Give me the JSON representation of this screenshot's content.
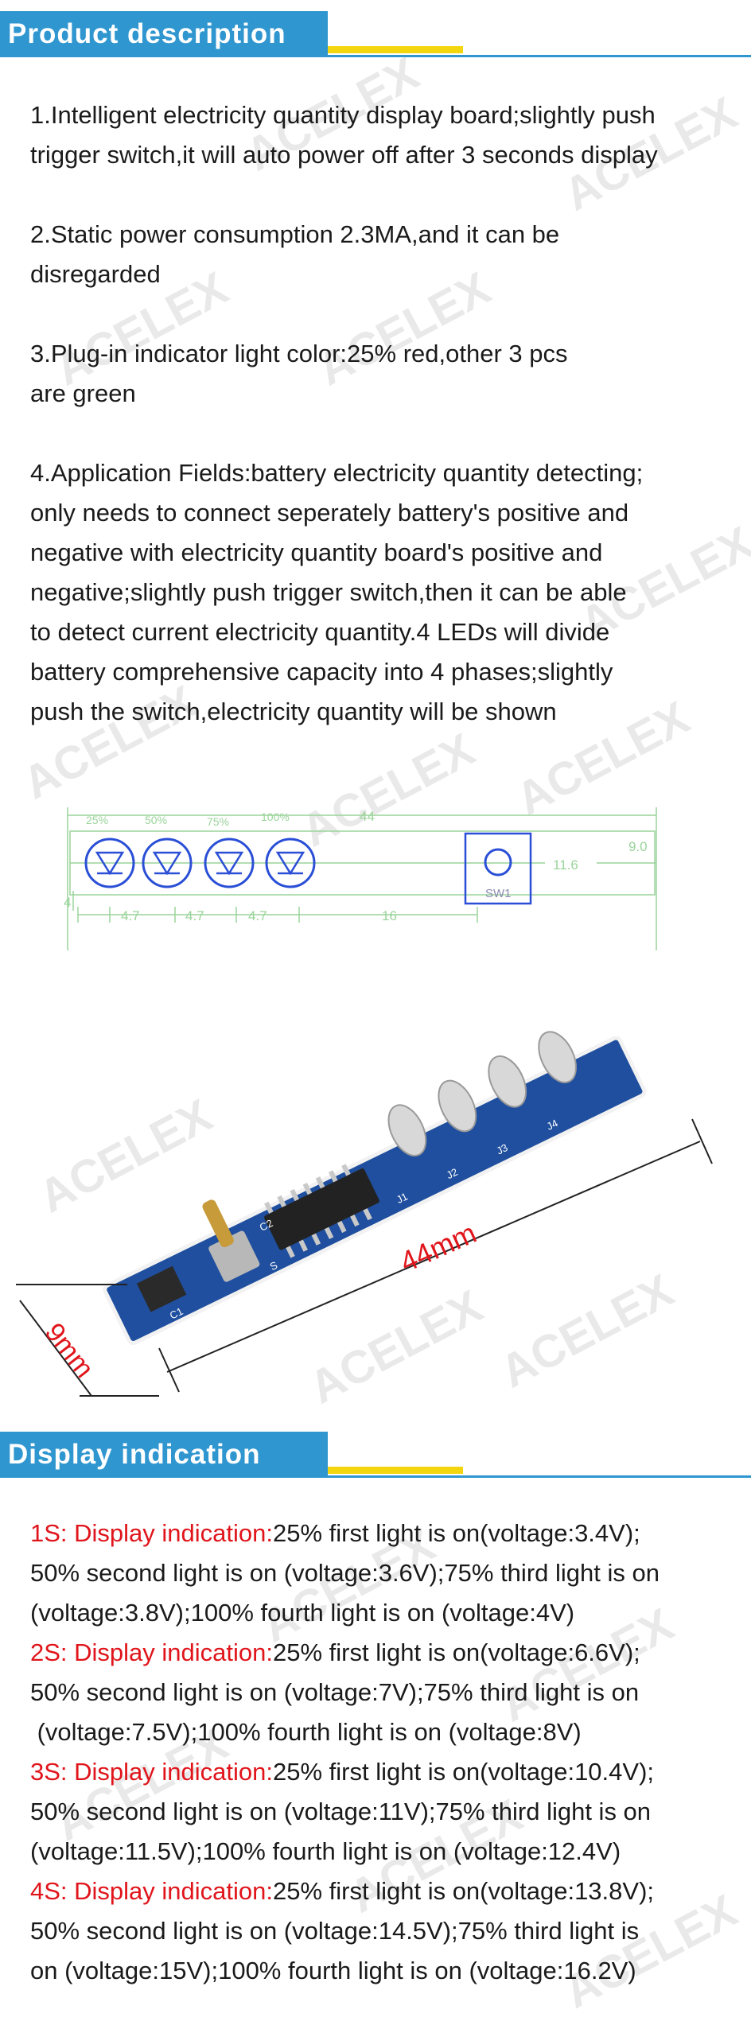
{
  "sections": {
    "product_description": "Product description",
    "display_indication": "Display indication"
  },
  "description": {
    "p1": "1.Intelligent electricity quantity display board;slightly push\ntrigger switch,it will auto power off after 3 seconds display",
    "p2": "2.Static power consumption 2.3MA,and it can be\ndisregarded",
    "p3": "3.Plug-in indicator light color:25% red,other 3 pcs\nare green",
    "p4": "4.Application Fields:battery electricity quantity detecting;\nonly needs to connect seperately battery's positive and\nnegative with electricity quantity board's positive and\nnegative;slightly push trigger switch,then it can be able\nto detect current electricity quantity.4 LEDs will divide\nbattery comprehensive capacity into 4 phases;slightly\npush the switch,electricity quantity will be shown"
  },
  "diagram": {
    "width_dim": "44",
    "height_dim": "9.0",
    "sw_offset": "11.6",
    "led_labels": [
      "25%",
      "50%",
      "75%",
      "100%"
    ],
    "pitch": "4.7",
    "sw_dist": "16",
    "small_dim": "4",
    "switch_label": "SW1"
  },
  "photo": {
    "length_label": "44mm",
    "width_label": "9mm",
    "silk": [
      "C1",
      "S",
      "C2",
      "J1",
      "J2",
      "J3",
      "J4"
    ]
  },
  "display": [
    {
      "label": "1S: Display indication:",
      "lines": [
        "25% first light is on(voltage:3.4V);",
        "50% second light is on (voltage:3.6V);75% third light is on",
        "(voltage:3.8V);100% fourth light is on (voltage:4V)"
      ]
    },
    {
      "label": "2S: Display indication:",
      "lines": [
        "25% first light is on(voltage:6.6V);",
        "50% second light is on (voltage:7V);75% third light is on",
        " (voltage:7.5V);100% fourth light is on (voltage:8V)"
      ]
    },
    {
      "label": "3S: Display indication:",
      "lines": [
        "25% first light is on(voltage:10.4V);",
        "50% second light is on (voltage:11V);75% third light is on",
        "(voltage:11.5V);100% fourth light is on (voltage:12.4V)"
      ]
    },
    {
      "label": "4S: Display indication:",
      "lines": [
        "25% first light is on(voltage:13.8V);",
        "50% second light is on (voltage:14.5V);75% third light is",
        "on (voltage:15V);100% fourth light is on (voltage:16.2V)"
      ]
    }
  ],
  "watermark": "ACELEX",
  "colors": {
    "header_blue": "#2f96d0",
    "header_yellow": "#f4d60e",
    "highlight_red": "#e0151b",
    "diagram_green": "#9ad49a",
    "led_blue": "#2a4fd6",
    "pcb_blue": "#1f4f9e"
  }
}
